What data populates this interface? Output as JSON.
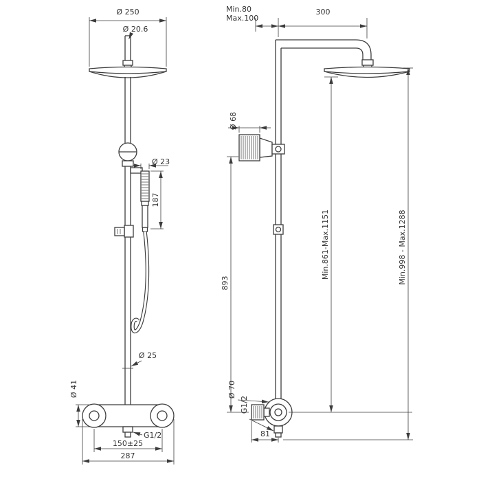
{
  "drawing": {
    "background": "#ffffff",
    "line_color": "#3c3c3c"
  },
  "front_view": {
    "dims": {
      "head_diameter": "Ø 250",
      "top_pipe_diameter": "Ø 20.6",
      "handshower_diameter": "Ø 23",
      "handshower_length": "187",
      "riser_diameter": "Ø 25",
      "valve_body_diameter": "Ø 41",
      "outlet_thread": "G1/2",
      "inlet_spacing": "150±25",
      "overall_width": "287"
    }
  },
  "side_view": {
    "dims": {
      "wall_min": "Min.80",
      "wall_max": "Max.100",
      "arm_reach": "300",
      "handshower_head_diameter": "Ø 68",
      "riser_length": "893",
      "height_head_underside": "Min.861-Max.1151",
      "height_overall": "Min.998 - Max.1288",
      "valve_diameter": "Ø 70",
      "outlet_thread": "G1/2",
      "valve_depth": "81"
    }
  }
}
